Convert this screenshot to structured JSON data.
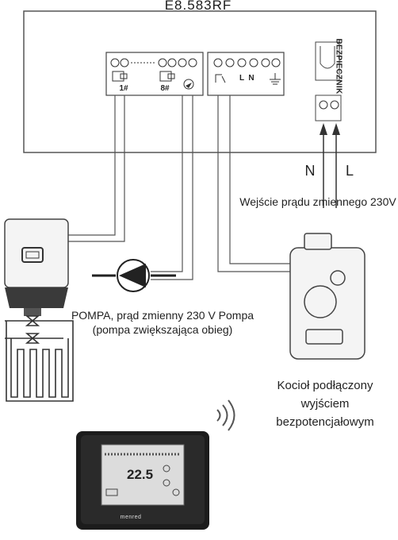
{
  "controller": {
    "title": "E8.583RF"
  },
  "terminals": {
    "zone_first": "1#",
    "zone_last": "8#",
    "line": "L",
    "neutral": "N"
  },
  "fuse": {
    "label": "BEZPIECZNIK"
  },
  "power": {
    "n_label": "N",
    "l_label": "L",
    "input_label": "Wejście prądu zmiennego 230V"
  },
  "pump": {
    "label": "POMPA, prąd zmienny 230 V Pompa (pompa zwiększająca obieg)"
  },
  "boiler": {
    "label": "Kocioł podłączony wyjściem bezpotencjałowym"
  },
  "thermostat": {
    "display_temp": "22.5",
    "brand": "menred"
  },
  "icons": [
    "actuator-icon",
    "pump-icon",
    "boiler-icon",
    "thermostat-icon",
    "wireless-signal-icon",
    "fuse-icon",
    "ground-icon"
  ]
}
